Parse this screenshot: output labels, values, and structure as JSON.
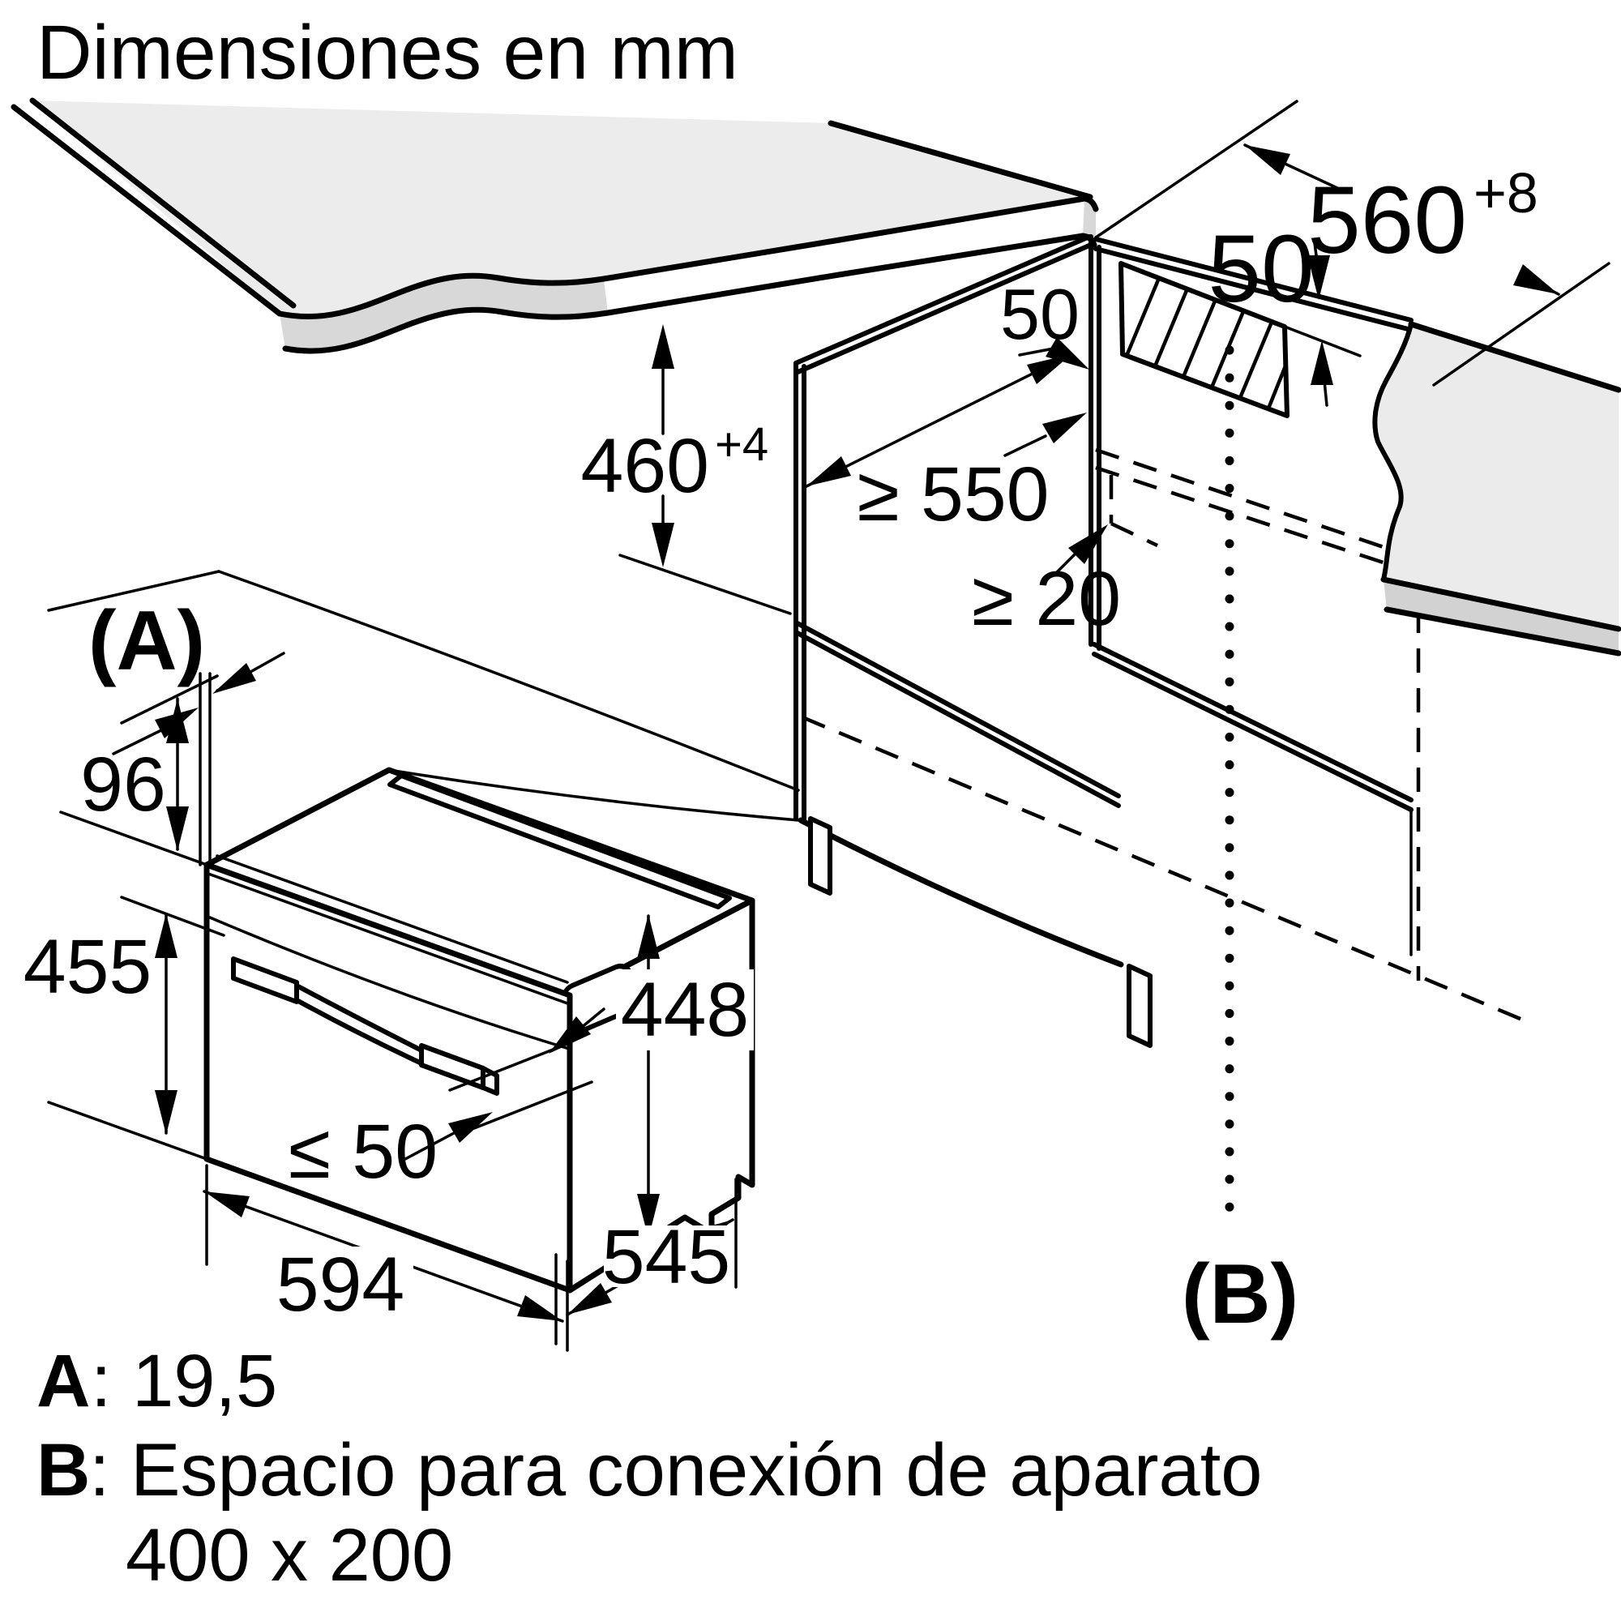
{
  "title": "Dimensiones en mm",
  "colors": {
    "line": "#000000",
    "countertop_surface": "#ececec",
    "countertop_edge": "#d8d8d8",
    "wall_panel": "#ebebeb",
    "wall_base_strip": "#d2d2d2"
  },
  "niche_dimensions": {
    "width": "560",
    "width_tolerance": "+8",
    "vent_front_gap": "50",
    "vent_side_gap": "50",
    "height": "460",
    "height_tolerance": "+4",
    "depth_min": "≥ 550",
    "rear_gap_min": "≥ 20"
  },
  "appliance_dimensions": {
    "front_overhang_label": "(A)",
    "control_zone_height": "96",
    "front_height": "455",
    "body_height": "448",
    "handle_clearance_max": "≤ 50",
    "width": "594",
    "depth": "545"
  },
  "connection": {
    "label": "(B)"
  },
  "legend": {
    "a_key": "A",
    "a_value": ": 19,5",
    "b_key": "B",
    "b_value": ": Espacio para conexión de aparato",
    "b_value_line2": "400 x 200"
  }
}
